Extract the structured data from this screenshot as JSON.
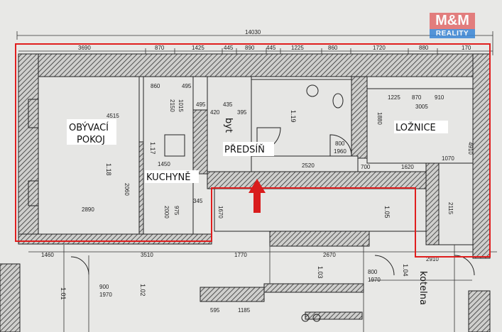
{
  "logo": {
    "mark": "M&M",
    "text": "REALITY",
    "colors": {
      "red": "#e26b6b",
      "blue": "#3a86d6"
    }
  },
  "outline_color": "#e01e1e",
  "arrow_color": "#d91c1c",
  "rooms": {
    "living": "OBÝVACÍ",
    "living2": "POKOJ",
    "kitchen": "KUCHYNĚ",
    "hall": "PŘEDSÍŇ",
    "bedroom": "LOŽNICE",
    "byt": "byt",
    "kotelna": "kotelna"
  },
  "room_numbers": [
    "1.18",
    "1.17",
    "1.19",
    "1.05",
    "1.03",
    "1.02",
    "1.01",
    "1.04"
  ],
  "dimensions": {
    "overall": "14030",
    "top": [
      "3690",
      "870",
      "1425",
      "445",
      "890",
      "445",
      "1225",
      "860",
      "1720",
      "880",
      "170"
    ],
    "interior": [
      "4515",
      "860",
      "495",
      "495",
      "420",
      "435",
      "395",
      "1225",
      "870",
      "910",
      "3005",
      "1450",
      "2520",
      "800",
      "1960",
      "700",
      "1620",
      "1070",
      "2890",
      "2060",
      "1670",
      "1880",
      "2115",
      "4910",
      "345",
      "2000",
      "975",
      "2150",
      "1015"
    ],
    "bottom": [
      "1460",
      "3510",
      "1770",
      "2670",
      "800",
      "1970",
      "2910",
      "900",
      "1970",
      "595",
      "1185"
    ]
  }
}
